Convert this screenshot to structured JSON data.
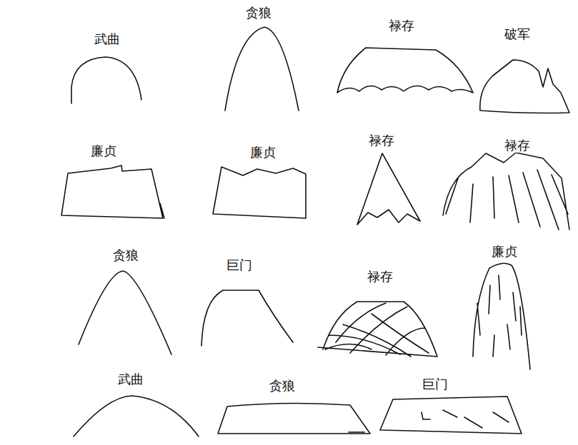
{
  "diagram": {
    "labels": [
      "武曲",
      "贪狼",
      "禄存",
      "破军",
      "廉贞",
      "廉贞",
      "禄存",
      "禄存",
      "贪狼",
      "巨门",
      "禄存",
      "廉贞",
      "武曲",
      "贪狼",
      "巨门"
    ]
  }
}
